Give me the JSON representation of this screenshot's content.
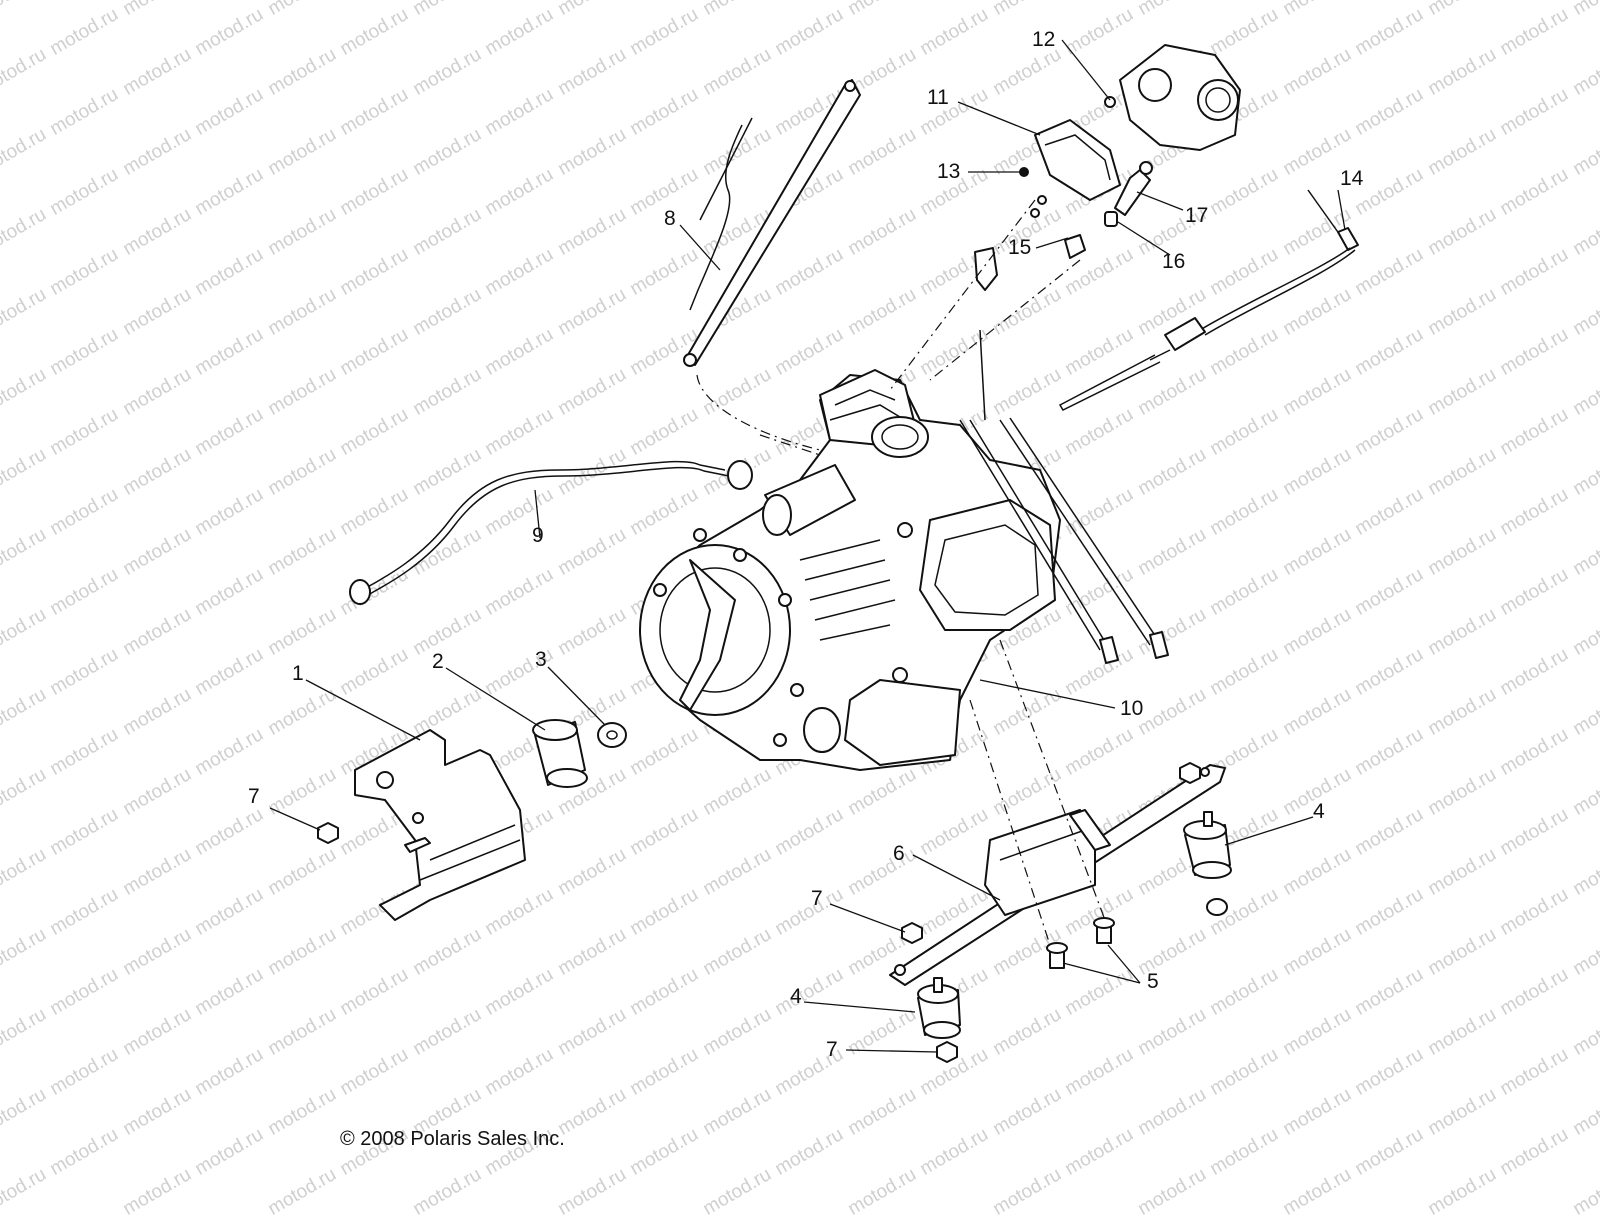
{
  "diagram": {
    "watermark": "motod.ru",
    "copyright": "© 2008 Polaris Sales Inc.",
    "callouts": [
      "1",
      "2",
      "3",
      "4",
      "5",
      "6",
      "7",
      "8",
      "9",
      "10",
      "11",
      "12",
      "13",
      "14",
      "15",
      "16",
      "17"
    ]
  }
}
